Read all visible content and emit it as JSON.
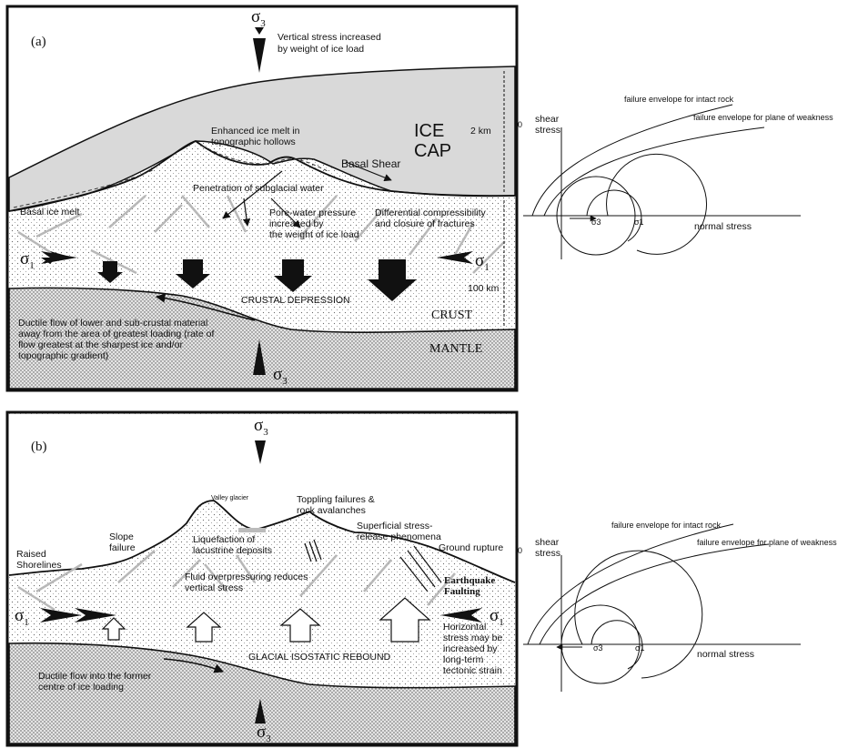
{
  "panel_a": {
    "label": "(a)",
    "sigma3_top": "σ",
    "sigma3_top_sub": "3",
    "vertical_stress": [
      "Vertical stress increased",
      "by weight of ice load"
    ],
    "ice_cap": [
      "ICE",
      "CAP"
    ],
    "ice_thickness": "2 km",
    "enhanced_melt": [
      "Enhanced ice melt in",
      "topographic hollows"
    ],
    "basal_shear": "Basal Shear",
    "basal_ice_melt": "Basal ice melt",
    "penetration": "Penetration of subglacial water",
    "pore_water": [
      "Pore-water pressure",
      "increased by",
      "the weight of ice load"
    ],
    "differential": [
      "Differential compressibility",
      "and closure of fractures"
    ],
    "sigma1_left": "σ",
    "sigma1_left_sub": "1",
    "sigma1_right": "σ",
    "sigma1_right_sub": "1",
    "crust_thickness": "100 km",
    "crustal_depression": "CRUSTAL DEPRESSION",
    "crust": "CRUST",
    "mantle": "MANTLE",
    "ductile_flow": [
      "Ductile flow of lower and sub-crustal material",
      "away from the area of greatest loading (rate of",
      "flow greatest at the sharpest ice and/or",
      "topographic gradient)"
    ],
    "sigma3_bottom": "σ",
    "sigma3_bottom_sub": "3"
  },
  "panel_b": {
    "label": "(b)",
    "sigma3_top": "σ",
    "sigma3_top_sub": "3",
    "valley_glacier": "Valley glacier",
    "toppling": [
      "Toppling failures &",
      "rock avalanches"
    ],
    "superficial": [
      "Superficial stress-",
      "release phenomena"
    ],
    "ground_rupture": "Ground rupture",
    "raised_shorelines": [
      "Raised",
      "Shorelines"
    ],
    "slope_failure": [
      "Slope",
      "failure"
    ],
    "liquefaction": [
      "Liquefaction of",
      "lacustrine deposits"
    ],
    "fluid_over": [
      "Fluid overpressuring reduces",
      "vertical stress"
    ],
    "earthquake": [
      "Earthquake",
      "Faulting"
    ],
    "sigma1_left": "σ",
    "sigma1_left_sub": "1",
    "sigma1_right": "σ",
    "sigma1_right_sub": "1",
    "horizontal": [
      "Horizontal",
      "stress may be",
      "increased by",
      "long-term",
      "tectonic strain"
    ],
    "glacial_rebound": "GLACIAL ISOSTATIC REBOUND",
    "ductile_flow": [
      "Ductile flow into the former",
      "centre of ice loading"
    ],
    "sigma3_bottom": "σ",
    "sigma3_bottom_sub": "3"
  },
  "mohr_a": {
    "origin_mark": "0",
    "shear_label": [
      "shear",
      "stress"
    ],
    "intact": "failure envelope for intact rock",
    "weakness": "failure envelope for plane of weakness",
    "s3": "σ3",
    "s1": "σ1",
    "normal": "normal stress"
  },
  "mohr_b": {
    "origin_mark": "0",
    "shear_label": [
      "shear",
      "stress"
    ],
    "intact": "failure envelope for intact rock",
    "weakness": "failure envelope for plane of weakness",
    "s3": "σ3",
    "s1": "σ1",
    "normal": "normal stress"
  },
  "colors": {
    "ice": "#d9d9d9",
    "border": "#111111",
    "fracture": "#b8b8b8",
    "mantle": "#cfcfcf"
  }
}
